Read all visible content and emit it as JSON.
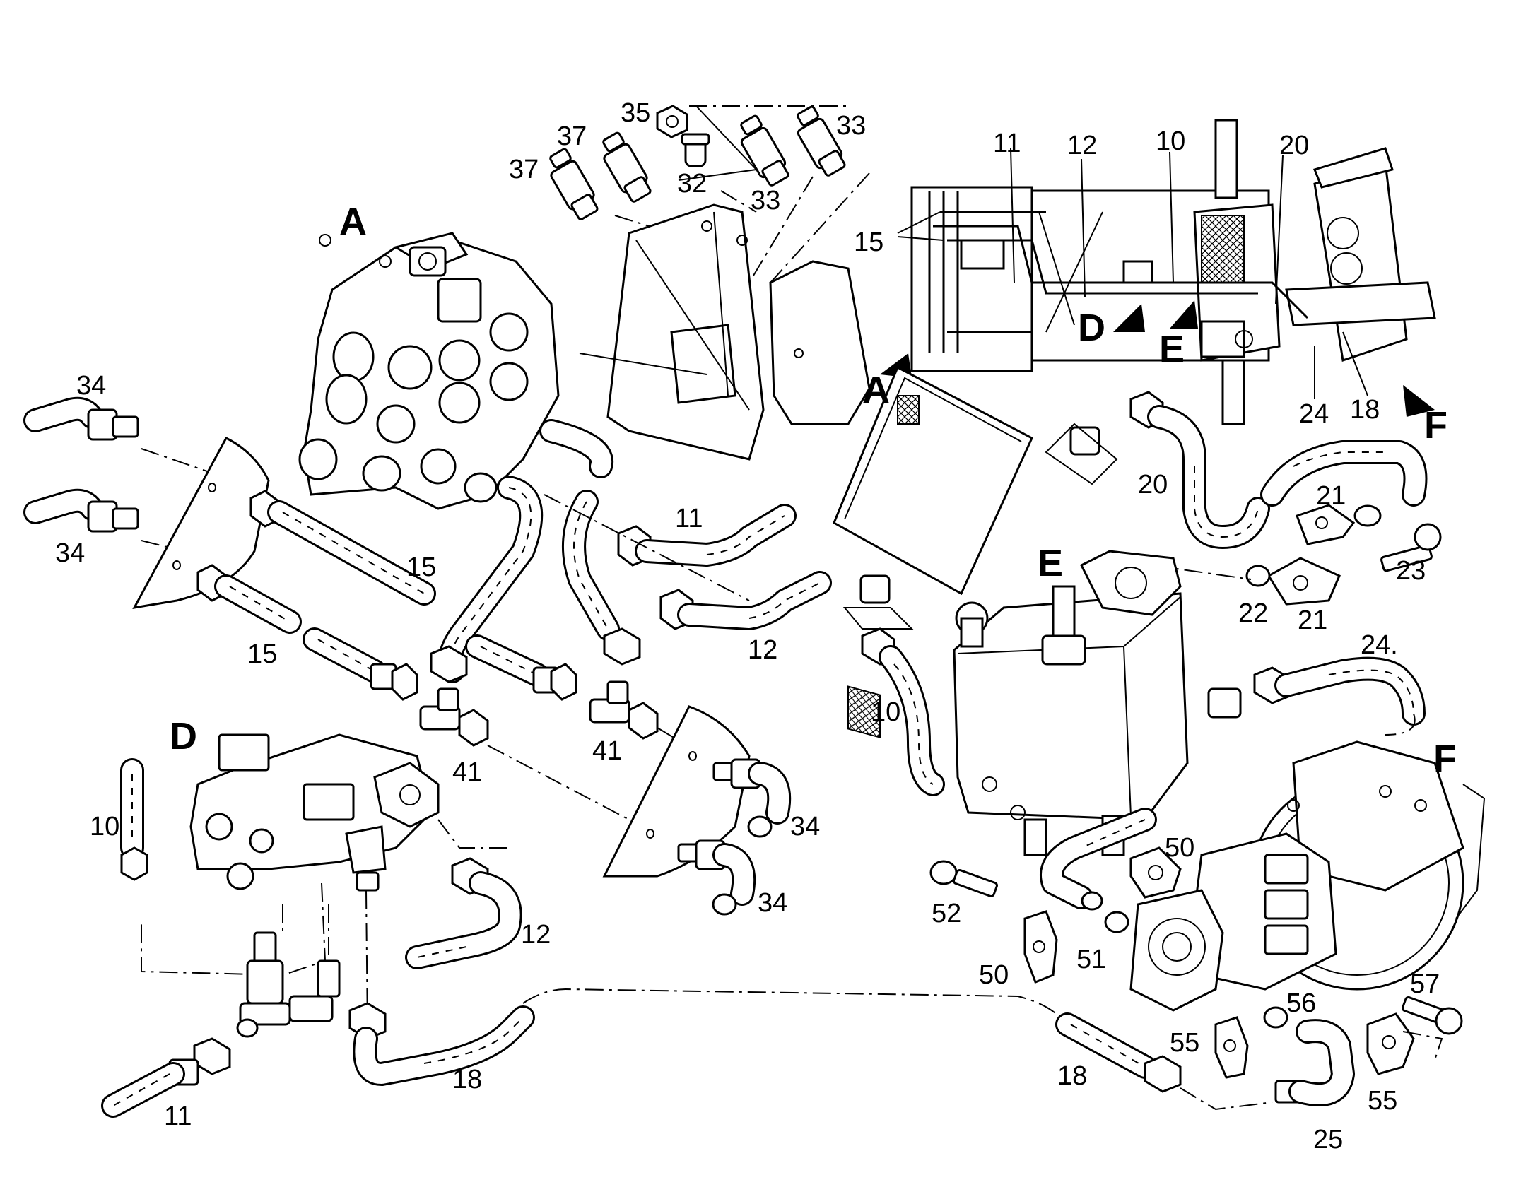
{
  "callouts": {
    "c35": "35",
    "c33a": "33",
    "c37a": "37",
    "c37b": "37",
    "c32": "32",
    "c33b": "33",
    "cA1": "A",
    "c11a": "11",
    "c12a": "12",
    "c10a": "10",
    "c20a": "20",
    "c15a": "15",
    "cD1": "D",
    "cE1": "E",
    "cA2": "A",
    "c24a": "24",
    "c18a": "18",
    "cF1": "F",
    "c34a": "34",
    "c34b": "34",
    "c15b": "15",
    "c15c": "15",
    "c11b": "11",
    "c12b": "12",
    "c20b": "20",
    "c21a": "21",
    "c21b": "21",
    "c22": "22",
    "c23": "23",
    "cE2": "E",
    "c24b": "24.",
    "c10b": "10",
    "cD2": "D",
    "c41a": "41",
    "c41b": "41",
    "c34c": "34",
    "c34d": "34",
    "c10c": "10",
    "c12c": "12",
    "c11c": "11",
    "c18b": "18",
    "cF2": "F",
    "c50a": "50",
    "c50b": "50",
    "c51": "51",
    "c52": "52",
    "c56": "56",
    "c55a": "55",
    "c55b": "55",
    "c57": "57",
    "c18c": "18",
    "c25": "25"
  }
}
